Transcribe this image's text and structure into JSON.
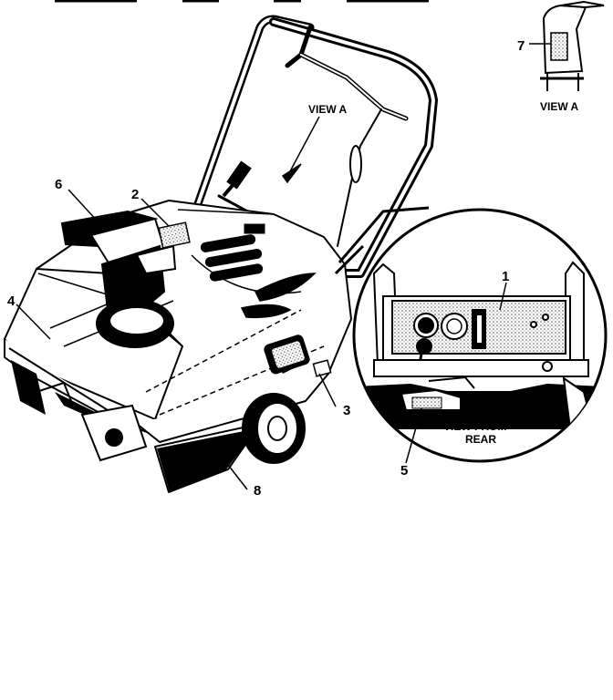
{
  "callouts": {
    "c1": "1",
    "c2": "2",
    "c3": "3",
    "c4": "4",
    "c5": "5",
    "c6": "6",
    "c7": "7",
    "c8": "8"
  },
  "captions": {
    "view_a_main": "VIEW A",
    "view_a_inset": "VIEW A",
    "view_from_rear_line1": "VIEW FROM",
    "view_from_rear_line2": "REAR"
  },
  "colors": {
    "ink": "#000000",
    "paper": "#ffffff",
    "stipple": "#cfcfcf"
  }
}
